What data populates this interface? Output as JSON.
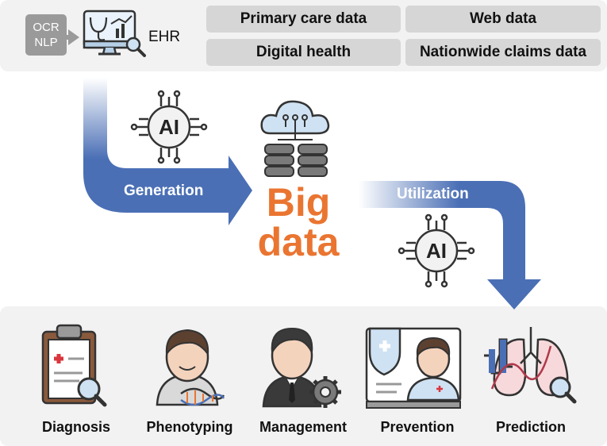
{
  "sources": {
    "ocr_lines": [
      "OCR",
      "NLP"
    ],
    "ehr_label": "EHR",
    "buttons": [
      "Primary care data",
      "Web data",
      "Digital health",
      "Nationwide claims data"
    ]
  },
  "flow": {
    "generation_label": "Generation",
    "utilization_label": "Utilization",
    "ai_label": "AI",
    "center_lines": [
      "Big",
      "data"
    ]
  },
  "applications": [
    "Diagnosis",
    "Phenotyping",
    "Management",
    "Prevention",
    "Prediction"
  ],
  "colors": {
    "arrow": "#4a6fb5",
    "accent": "#ea7531",
    "panel": "#f2f2f2",
    "button": "#d6d6d6"
  }
}
